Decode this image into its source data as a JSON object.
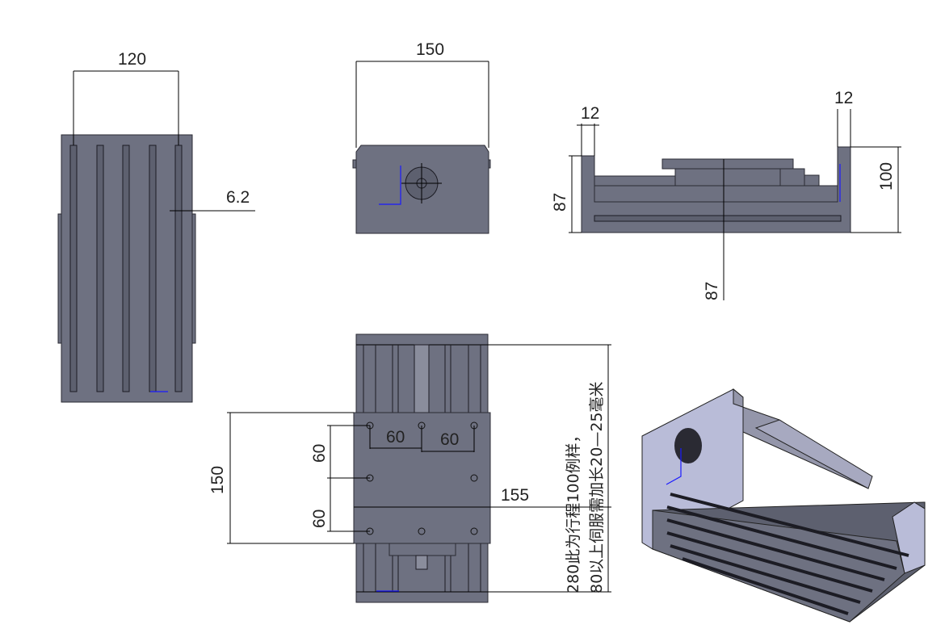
{
  "title": "Linear module engineering drawing",
  "views": {
    "top_view": {
      "width_dim": "120",
      "slot_dim": "6.2"
    },
    "end_view": {
      "width_dim": "150"
    },
    "side_view": {
      "wall_left": "12",
      "wall_right": "12",
      "height_left": "87",
      "height_right": "100",
      "center_dim": "87"
    },
    "plan_view": {
      "hole_x1": "60",
      "hole_x2": "60",
      "hole_y1": "60",
      "hole_y2": "60",
      "plate_length": "150",
      "plate_width": "155"
    }
  },
  "note": {
    "line1": "280此为行程100例样，",
    "line2": "80以上伺服需加长20—25毫米"
  },
  "colors": {
    "part": "#6e7181",
    "axis": "#1a1aff"
  }
}
